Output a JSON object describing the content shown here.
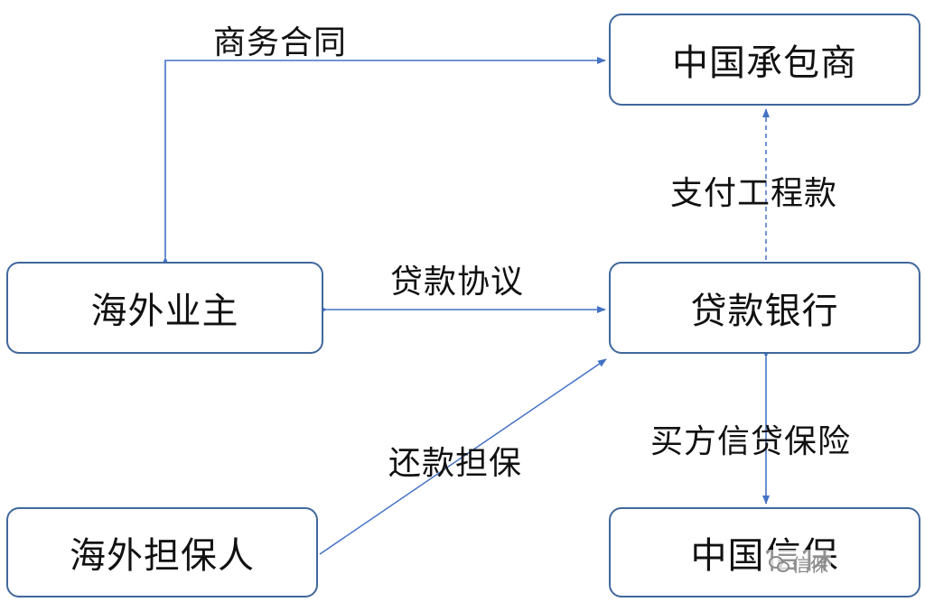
{
  "nodes": {
    "contractor": "中国承包商",
    "owner": "海外业主",
    "bank": "贷款银行",
    "guarantor": "海外担保人",
    "sinosure": "中国信保"
  },
  "edges": {
    "contract": "商务合同",
    "payment": "支付工程款",
    "loan": "贷款协议",
    "repay": "还款担保",
    "insurance": "买方信贷保险"
  },
  "watermark": "信保",
  "colors": {
    "border": "#41689c",
    "arrow": "#4472c4",
    "text": "#111111"
  }
}
